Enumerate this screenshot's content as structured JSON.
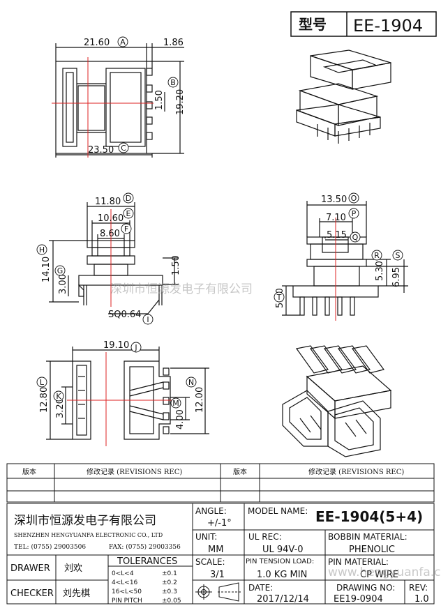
{
  "header": {
    "type_label": "型号",
    "model": "EE-1904"
  },
  "dimensions": {
    "A": "21.60",
    "B": "19.20",
    "C": "23.50",
    "D": "11.80",
    "E": "10.60",
    "F": "8.60",
    "G": "3.00",
    "H": "14.10",
    "I": "SQ0.64",
    "J": "19.10",
    "K": "3.20",
    "L": "12.80",
    "M": "4.00",
    "N": "12.00",
    "O": "13.50",
    "P": "7.10",
    "Q": "5.15",
    "R": "5.30",
    "S": "6.95",
    "T": "5.10",
    "pin_offset_top": "1.86",
    "pitch_top": "1.50",
    "pitch_side": "1.50"
  },
  "markers": [
    "A",
    "B",
    "C",
    "D",
    "E",
    "F",
    "G",
    "H",
    "I",
    "J",
    "K",
    "L",
    "M",
    "N",
    "O",
    "P",
    "Q",
    "R",
    "S",
    "T"
  ],
  "watermark": "深圳市恒源发电子有限公司",
  "watermark_url": "www.hengyuanfa.cn",
  "revisions": {
    "version_label": "版本",
    "record_label": "修改记录 (REVISIONS REC)"
  },
  "company": {
    "name_cn": "深圳市恒源发电子有限公司",
    "name_en": "SHENZHEN HENGYUANFA ELECTRONIC CO., LTD",
    "tel": "TEL: (0755) 29003506",
    "fax": "FAX: (0755) 29003356"
  },
  "title_block": {
    "angle_label": "ANGLE:",
    "angle_value": "+/-1°",
    "model_name_label": "MODEL NAME:",
    "model_name_value": "EE-1904(5+4)",
    "unit_label": "UNIT:",
    "unit_value": "MM",
    "ul_label": "UL REC:",
    "ul_value": "UL 94V-0",
    "bobbin_label": "BOBBIN MATERIAL:",
    "bobbin_value": "PHENOLIC",
    "drawer_label": "DRAWER",
    "drawer_name": "刘欢",
    "checker_label": "CHECKER",
    "checker_name": "刘先棋",
    "tolerances_label": "TOLERANCES",
    "tolerances": [
      {
        "range": "0<L<4",
        "value": "±0.1"
      },
      {
        "range": "4<L<16",
        "value": "±0.2"
      },
      {
        "range": "16<L<50",
        "value": "±0.3"
      },
      {
        "range": "PIN PITCH",
        "value": "±0.05"
      }
    ],
    "scale_label": "SCALE:",
    "scale_value": "3/1",
    "pin_tension_label": "PIN TENSION LOAD:",
    "pin_tension_value": "1.0 KG MIN",
    "pin_material_label": "PIN MATERIAL:",
    "pin_material_value": "CP WIRE",
    "date_label": "DATE:",
    "date_value": "2017/12/14",
    "drawing_no_label": "DRAWING NO:",
    "drawing_no_value": "EE19-0904",
    "rev_label": "REV:",
    "rev_value": "1.0"
  }
}
